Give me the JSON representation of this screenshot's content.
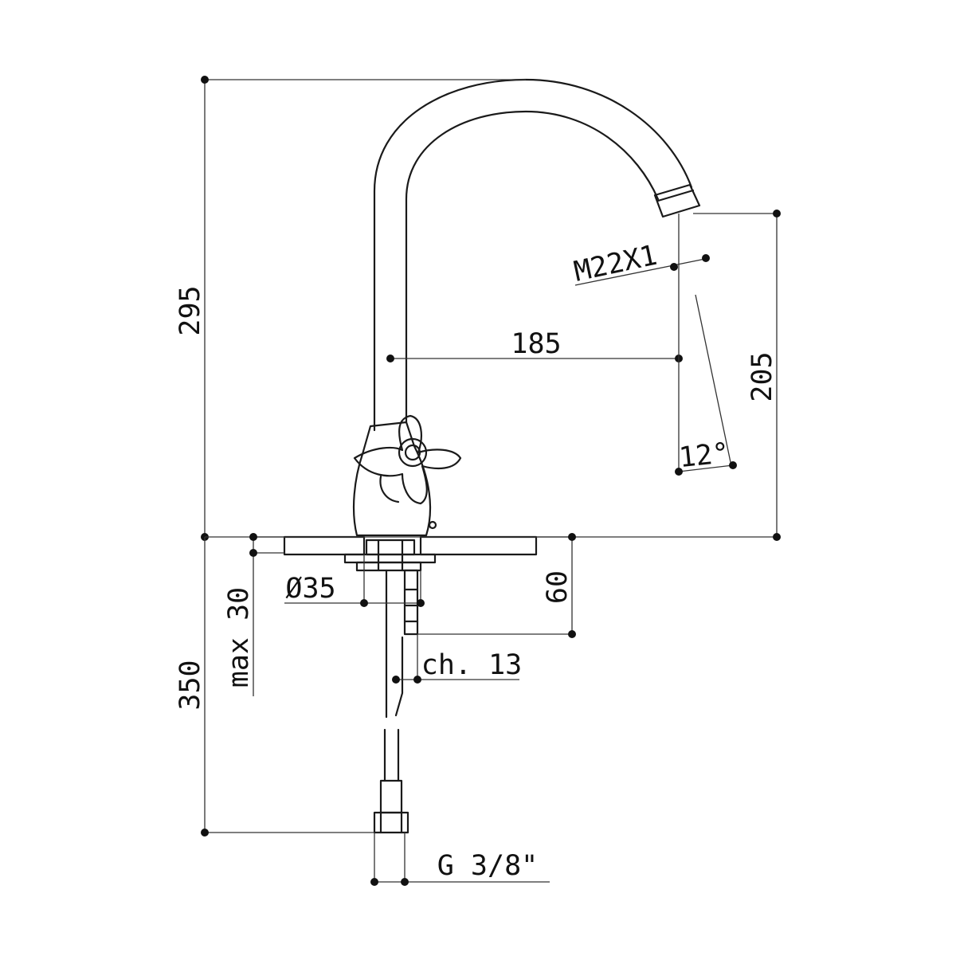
{
  "diagram": {
    "dimensions": {
      "total_height": "295",
      "spout_reach": "185",
      "outlet_height": "205",
      "outlet_thread": "M22X1",
      "spout_angle": "12°",
      "deck_thickness": "max 30",
      "hole_diameter": "Ø35",
      "shank_length": "60",
      "wrench_size": "ch. 13",
      "hose_length": "350",
      "connection_thread": "G 3/8\""
    }
  }
}
